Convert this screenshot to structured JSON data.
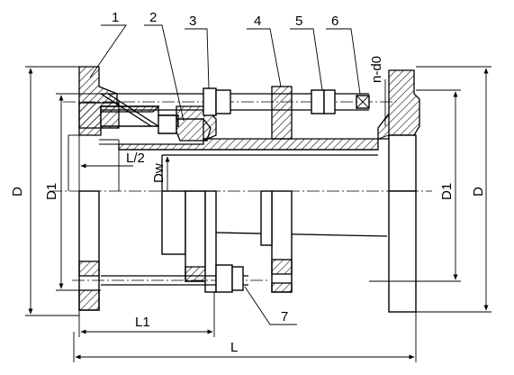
{
  "callouts": [
    "1",
    "2",
    "3",
    "4",
    "5",
    "6",
    "7"
  ],
  "hole_label": "n-d0",
  "dimensions": {
    "D_left": "D",
    "D1_left": "D1",
    "half_length": "L/2",
    "Dw": "Dw",
    "D1_right": "D1",
    "D_right": "D",
    "L1": "L1",
    "L": "L"
  },
  "colors": {
    "line": "#000000",
    "background": "#ffffff"
  }
}
